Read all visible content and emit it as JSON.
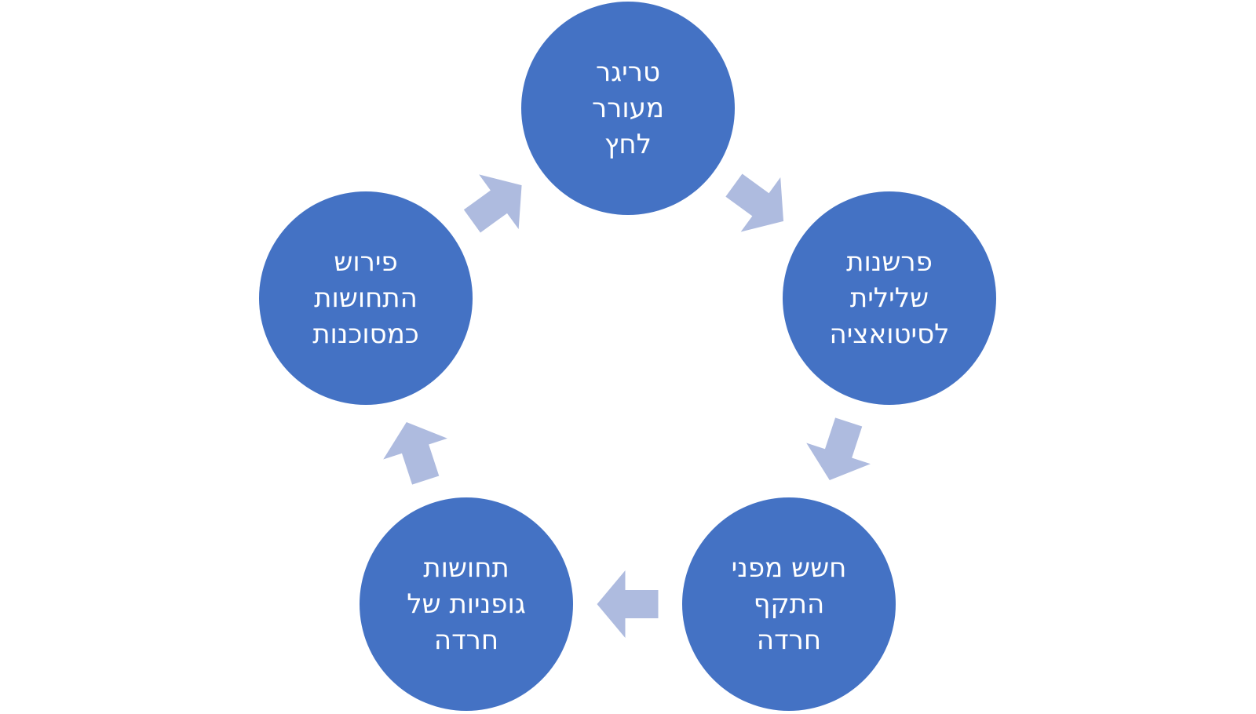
{
  "colors": {
    "node_fill": "#4472c4",
    "arrow_fill": "#aebbdf",
    "text": "#ffffff",
    "background": "#ffffff"
  },
  "cycle": {
    "nodes": [
      {
        "id": "trigger",
        "label": "טריגר\nמעורר\nלחץ"
      },
      {
        "id": "negative",
        "label": "פרשנות\nשלילית\nלסיטואציה"
      },
      {
        "id": "fear",
        "label": "חשש מפני\nהתקף\nחרדה"
      },
      {
        "id": "physical",
        "label": "תחושות\nגופניות של\nחרדה"
      },
      {
        "id": "danger",
        "label": "פירוש\nהתחושות\nכמסוכנות"
      }
    ],
    "arrows": [
      {
        "from": "trigger",
        "to": "negative"
      },
      {
        "from": "negative",
        "to": "fear"
      },
      {
        "from": "fear",
        "to": "physical"
      },
      {
        "from": "physical",
        "to": "danger"
      },
      {
        "from": "danger",
        "to": "trigger"
      }
    ]
  }
}
